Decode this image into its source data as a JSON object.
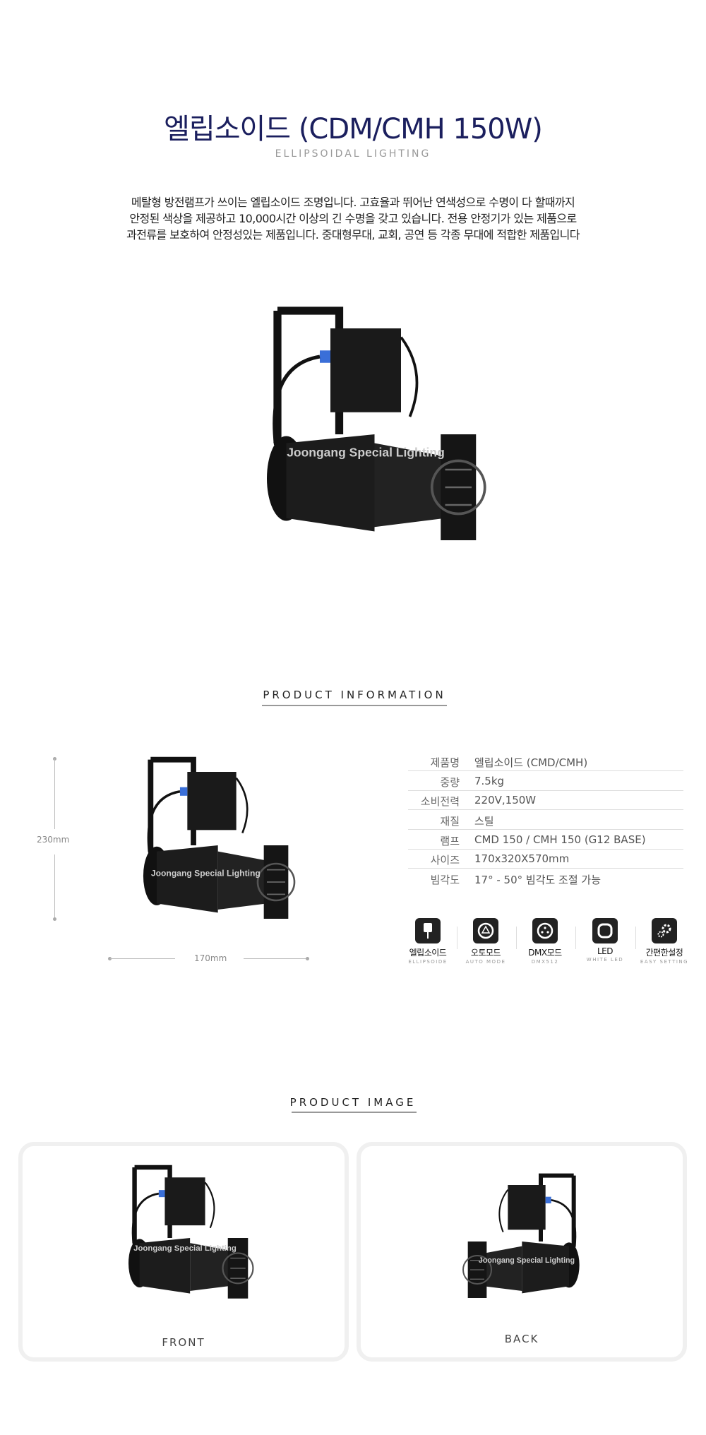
{
  "header": {
    "title": "엘립소이드 (CDM/CMH 150W)",
    "subtitle": "ELLIPSOIDAL LIGHTING",
    "description": [
      "메탈형 방전램프가 쓰이는 엘립소이드 조명입니다. 고효율과 뛰어난 연색성으로 수명이 다 할때까지",
      "안정된 색상을 제공하고 10,000시간 이상의 긴 수명을 갖고 있습니다. 전용 안정기가 있는 제품으로",
      "과전류를 보호하여 안정성있는 제품입니다. 중대형무대, 교회, 공연 등 각종 무대에 적합한 제품입니다"
    ],
    "watermark": "Joongang Special Lighting"
  },
  "info": {
    "heading": "PRODUCT INFORMATION",
    "dim_height": "230mm",
    "dim_width": "170mm",
    "specs": [
      {
        "label": "제품명",
        "value": "엘립소이드 (CMD/CMH)"
      },
      {
        "label": "중량",
        "value": "7.5kg"
      },
      {
        "label": "소비전력",
        "value": "220V,150W"
      },
      {
        "label": "재질",
        "value": "스틸"
      },
      {
        "label": "램프",
        "value": "CMD 150 / CMH 150 (G12 BASE)"
      },
      {
        "label": "사이즈",
        "value": "170x320X570mm"
      },
      {
        "label": "빔각도",
        "value": "17° - 50°  빔각도 조절 가능"
      }
    ],
    "features": [
      {
        "icon": "ellipsoidal-icon",
        "label": "엘립소이드",
        "sub": "ELLIPSOIDE"
      },
      {
        "icon": "auto-mode-icon",
        "label": "오토모드",
        "sub": "AUTO MODE"
      },
      {
        "icon": "dmx-icon",
        "label": "DMX모드",
        "sub": "DMX512"
      },
      {
        "icon": "led-icon",
        "label": "LED",
        "sub": "WHITE LED"
      },
      {
        "icon": "gear-icon",
        "label": "간편한설정",
        "sub": "EASY SETTING"
      }
    ]
  },
  "gallery": {
    "heading": "PRODUCT IMAGE",
    "cards": [
      {
        "label": "FRONT"
      },
      {
        "label": "BACK"
      }
    ]
  },
  "colors": {
    "title": "#1b1f5e",
    "accent_blue": "#3a6fd8"
  }
}
